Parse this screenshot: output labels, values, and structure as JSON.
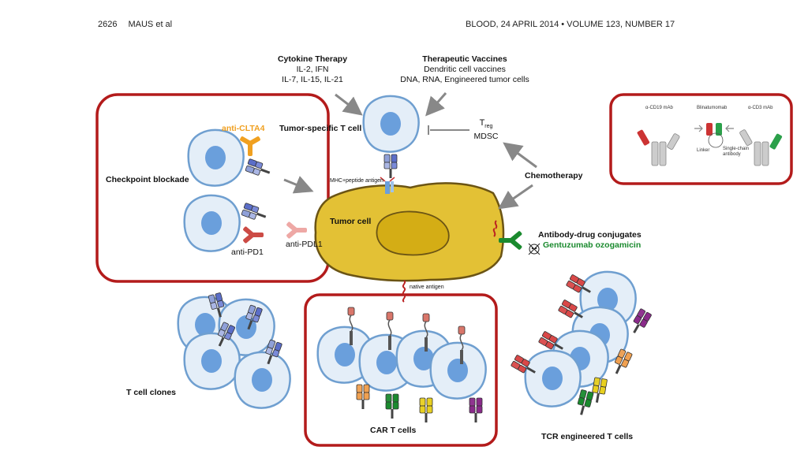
{
  "header": {
    "page_number": "2626",
    "authors": "MAUS et al",
    "journal": "BLOOD, 24 APRIL 2014 • VOLUME 123, NUMBER 17"
  },
  "labels": {
    "cytokine_title": "Cytokine Therapy",
    "cytokine_line1": "IL-2, IFN",
    "cytokine_line2": "IL-7, IL-15, IL-21",
    "vaccine_title": "Therapeutic Vaccines",
    "vaccine_line1": "Dendritic cell vaccines",
    "vaccine_line2": "DNA, RNA, Engineered tumor cells",
    "treg_base": "T",
    "treg_sub": "reg",
    "mdsc": "MDSC",
    "tumor_specific_t_cell": "Tumor-specific T cell",
    "mhc_peptide": "MHC+peptide antigen",
    "checkpoint_blockade": "Checkpoint blockade",
    "anti_ctla4": "anti-CLTA4",
    "anti_pd1": "anti-PD1",
    "anti_pdl1": "anti-PDL1",
    "tumor_cell": "Tumor cell",
    "chemotherapy": "Chemotherapy",
    "adc_title": "Antibody-drug conjugates",
    "adc_drug": "Gentuzumab ozogamicin",
    "native_antigen": "native antigen",
    "t_cell_clones": "T cell clones",
    "car_t_cells": "CAR T cells",
    "tcr_t_cells": "TCR engineered T cells"
  },
  "inset": {
    "cd19_mab": "α-CD19 mAb",
    "blinatumomab": "Blinatumomab",
    "cd3_mab": "α-CD3 mAb",
    "linker": "Linker",
    "single_chain": "Single-chain antibody"
  },
  "colors": {
    "box_border": "#b31b1b",
    "cell_fill": "#e4eef8",
    "cell_border": "#6f9fd0",
    "nucleus": "#6a9fdc",
    "tumor_fill": "#e3c135",
    "tumor_border": "#6b5414",
    "anti_ctla4": "#f0a020",
    "anti_pd1": "#cc4b45",
    "adc_drug": "#1a8a2e",
    "arrow": "#888888"
  }
}
